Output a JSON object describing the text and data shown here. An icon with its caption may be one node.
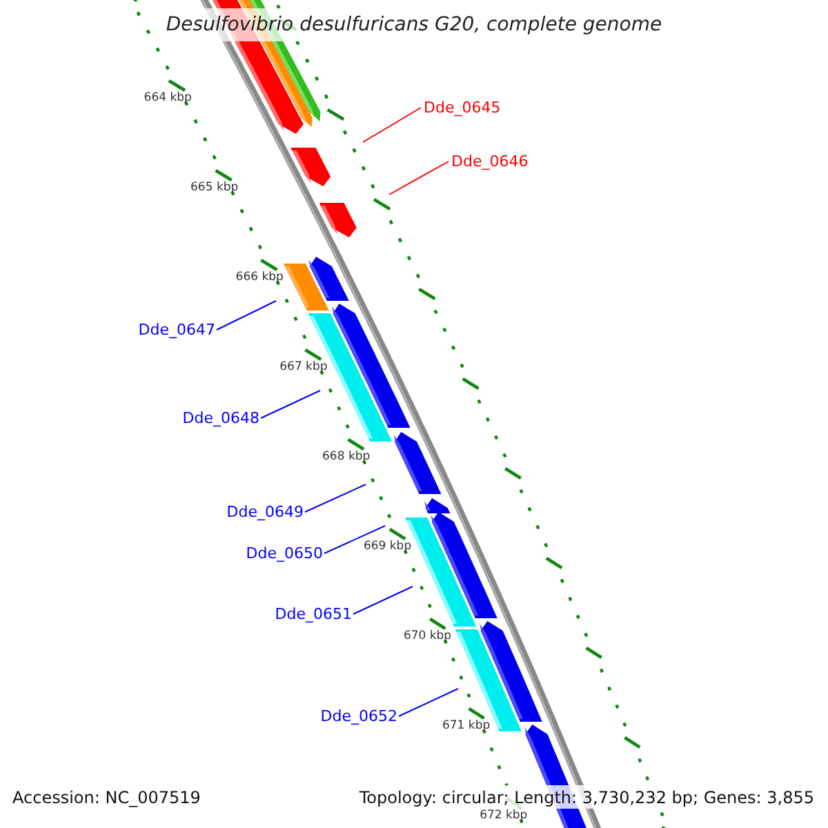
{
  "diagram": {
    "title": "Desulfovibrio desulfuricans G20, complete genome",
    "nodes": [
      {
        "text": [
          "Dde_0645"
        ]
      },
      {
        "text": [
          "Dde_0646"
        ]
      },
      {
        "text": [
          "Dde_0647"
        ]
      },
      {
        "text": [
          "Dde_0648"
        ]
      },
      {
        "text": [
          "Dde_0649"
        ]
      },
      {
        "text": [
          "Dde_0650"
        ]
      },
      {
        "text": [
          "Dde_0651"
        ]
      },
      {
        "text": [
          "Dde_0652"
        ]
      }
    ],
    "edges": [
      {
        "from": 0,
        "to": null,
        "arrow": "none",
        "color": "#ff0000"
      },
      {
        "from": 1,
        "to": null,
        "arrow": "none",
        "color": "#ff0000"
      },
      {
        "from": 2,
        "to": null,
        "arrow": "none"
      },
      {
        "from": 3,
        "to": null,
        "arrow": "none"
      },
      {
        "from": 4,
        "to": null,
        "arrow": "none"
      },
      {
        "from": 5,
        "to": null,
        "arrow": "none"
      },
      {
        "from": 6,
        "to": null,
        "arrow": "none"
      },
      {
        "from": 7,
        "to": null,
        "arrow": "none"
      }
    ],
    "labels": [
      "664 kbp",
      "665 kbp",
      "666 kbp",
      "667 kbp",
      "668 kbp",
      "669 kbp",
      "670 kbp",
      "671 kbp",
      "672 kbp",
      "Accession: NC_007519",
      "Topology: circular; Length: 3,730,232 bp; Genes: 3,855"
    ]
  }
}
